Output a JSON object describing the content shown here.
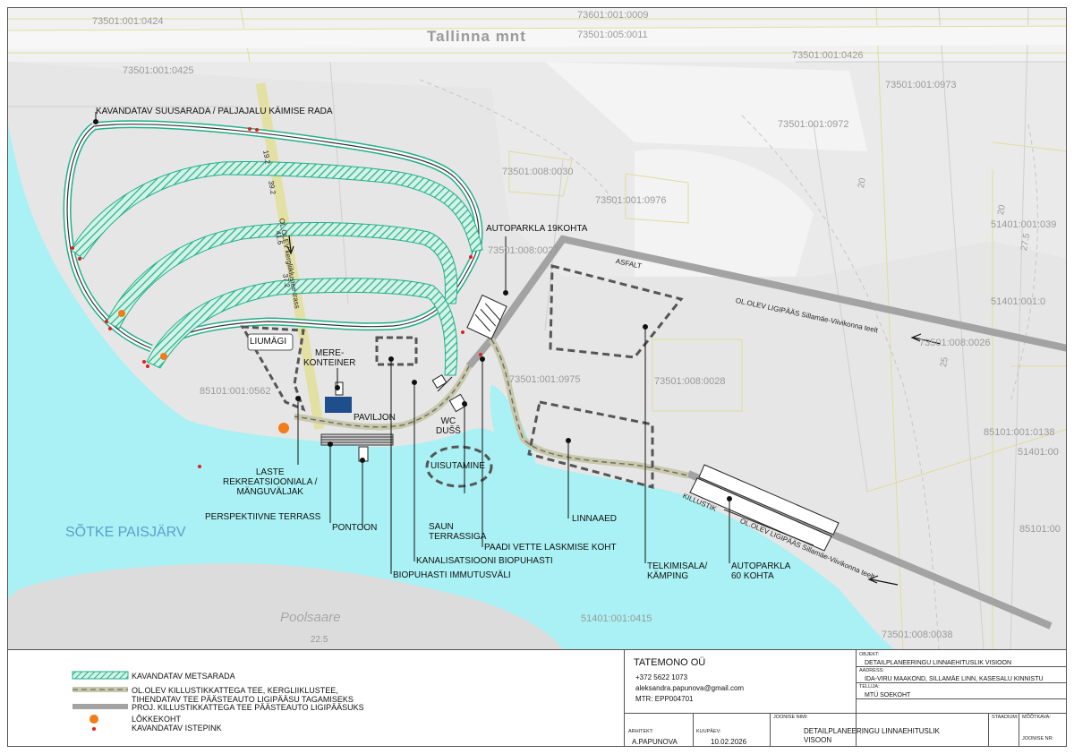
{
  "parcels": [
    {
      "id": "p1",
      "text": "73501:001:0424"
    },
    {
      "id": "p2",
      "text": "73601:001:0009"
    },
    {
      "id": "p3",
      "text": "73501:005:0011"
    },
    {
      "id": "p4",
      "text": "73501:001:0425"
    },
    {
      "id": "p5",
      "text": "73501:001:0426"
    },
    {
      "id": "p6",
      "text": "73501:001:0973"
    },
    {
      "id": "p7",
      "text": "73501:001:0972"
    },
    {
      "id": "p8",
      "text": "73501:008:0030"
    },
    {
      "id": "p9",
      "text": "73501:001:0976"
    },
    {
      "id": "p10",
      "text": "73501:008:0027"
    },
    {
      "id": "p11",
      "text": "51401:001:039"
    },
    {
      "id": "p12",
      "text": "51401:001:0"
    },
    {
      "id": "p13",
      "text": "85101:001:0562"
    },
    {
      "id": "p14",
      "text": "73501:001:0975"
    },
    {
      "id": "p15",
      "text": "73501:008:0028"
    },
    {
      "id": "p16",
      "text": "85101:001:0138"
    },
    {
      "id": "p17",
      "text": "51401:00"
    },
    {
      "id": "p18",
      "text": "85101:00"
    },
    {
      "id": "p19",
      "text": "51401:001:0415"
    },
    {
      "id": "p20",
      "text": "73501:008:0038"
    },
    {
      "id": "p21",
      "text": "73501:008:0026"
    }
  ],
  "places": {
    "road_name": "Tallinna mnt",
    "lake": "SÕTKE PAISJÄRV",
    "island": "Poolsaare"
  },
  "road_labels": {
    "asfalt": "ASFALT",
    "ligipaas_upper": "OL.OLEV LIGIPÄÄS Sillamäe-Viivikonna teelt",
    "killustik": "KILLUSTIK",
    "ligipaas_lower": "OL.OLEV LIGIPÄÄS Sillamäe-Viivikonna teelt",
    "kergliiklustee": "OL.OLEV kergliiklustee trass",
    "dim_1": "19.2",
    "dim_2": "39.2",
    "dim_3": "41.6",
    "dim_4": "37.2",
    "contour_20a": "20",
    "contour_20b": "20",
    "contour_25": "25",
    "contour_275": "27.5",
    "contour_225": "22.5"
  },
  "labels": {
    "suusarada": "KAVANDATAV SUUSARADA / PALJAJALU KÄIMISE RADA",
    "autoparkla19": "AUTOPARKLA 19KOHTA",
    "liumagi": "LIUMÄGI",
    "merekonteiner_1": "MERE-",
    "merekonteiner_2": "KONTEINER",
    "paviljon": "PAVILJON",
    "wc_1": "WC",
    "wc_2": "DUŠŠ",
    "uisutamine": "UISUTAMINE",
    "laste_1": "LASTE",
    "laste_2": "REKREATSIOONIALA /",
    "laste_3": "MÄNGUVÄLJAK",
    "terrass": "PERSPEKTIIVNE TERRASS",
    "pontoon": "PONTOON",
    "saun_1": "SAUN",
    "saun_2": "TERRASSIGA",
    "paadi": "PAADI VETTE LASKMISE KOHT",
    "kanalisatsioon": "KANALISATSIOONI BIOPUHASTI",
    "biopuhasti": "BIOPUHASTI IMMUTUSVÄLI",
    "linnaaed": "LINNAAED",
    "telkimisala_1": "TELKIMISALA/",
    "telkimisala_2": "KÄMPING",
    "autoparkla60_1": "AUTOPARKLA",
    "autoparkla60_2": "60 KOHTA"
  },
  "legend": [
    {
      "id": "metsarada",
      "text": "KAVANDATAV METSARADA"
    },
    {
      "id": "killustiktee_1",
      "text": "OL.OLEV KILLUSTIKKATTEGA TEE, KERGLIIKLUSTEE,"
    },
    {
      "id": "killustiktee_2",
      "text": "TIHENDATAV TEE PÄÄSTEAUTO LIGIPÄÄSU TAGAMISEKS"
    },
    {
      "id": "proj",
      "text": "PROJ. KILLUSTIKKATTEGA TEE PÄÄSTEAUTO LIGIPÄÄSUKS"
    },
    {
      "id": "lokkekoht",
      "text": "LÕKKEKOHT"
    },
    {
      "id": "istepink",
      "text": "KAVANDATAV ISTEPINK"
    }
  ],
  "title_block": {
    "company": "TATEMONO OÜ",
    "phone": "+372 5622 1073",
    "email": "aleksandra.papunova@gmail.com",
    "mtr": "MTR:  EPP004701",
    "objekt_label": "OBJEKT:",
    "objekt": "DETAILPLANEERINGU LINNAEHITUSLIK VISIOON",
    "aadress_label": "AADRESS:",
    "aadress": "IDA-VIRU MAAKOND, SILLAMÄE LINN, KASESALU KINNISTU",
    "tellija_label": "TELLIJA:",
    "tellija": "MTÜ SOEKOHT",
    "arhitekt_label": "ARHITEKT:",
    "arhitekt": "A.PAPUNOVA",
    "kuupaev_label": "KUUPÄEV:",
    "kuupaev": "10.02.2026",
    "joonise_nimi_label": "JOONISE NIMI:",
    "joonise_nimi_1": "DETAILPLANEERINGU LINNAEHITUSLIK",
    "joonise_nimi_2": "VISOON",
    "staadium_label": "STAADIUM:",
    "mootkava_label": "MÕÕTKAVA:",
    "joonise_nr_label": "JOONISE NR:"
  },
  "colors": {
    "water": "#a9f1f4",
    "land": "#e8e8e8",
    "land_light": "#f2f2f2",
    "trail_green": "#1fb08a",
    "gravel_road": "#c7c7a8",
    "proj_road": "#a3a3a3",
    "parcel_yellow": "#e9e9b8",
    "bonfire": "#f07d1a",
    "bench": "#e0201c",
    "pavilion": "#1f4e8c"
  }
}
